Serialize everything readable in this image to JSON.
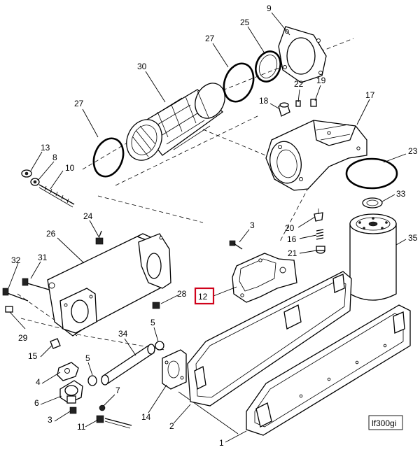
{
  "diagram": {
    "figure_id": "lf300gi",
    "highlight_color": "#d0021b",
    "callouts": [
      {
        "id": "c9",
        "label": "9"
      },
      {
        "id": "c25",
        "label": "25"
      },
      {
        "id": "c27a",
        "label": "27"
      },
      {
        "id": "c30",
        "label": "30"
      },
      {
        "id": "c27b",
        "label": "27"
      },
      {
        "id": "c22",
        "label": "22"
      },
      {
        "id": "c19",
        "label": "19"
      },
      {
        "id": "c18",
        "label": "18"
      },
      {
        "id": "c17",
        "label": "17"
      },
      {
        "id": "c13",
        "label": "13"
      },
      {
        "id": "c8",
        "label": "8"
      },
      {
        "id": "c10",
        "label": "10"
      },
      {
        "id": "c23",
        "label": "23"
      },
      {
        "id": "c33",
        "label": "33"
      },
      {
        "id": "c24",
        "label": "24"
      },
      {
        "id": "c3a",
        "label": "3"
      },
      {
        "id": "c20",
        "label": "20"
      },
      {
        "id": "c16",
        "label": "16"
      },
      {
        "id": "c35",
        "label": "35"
      },
      {
        "id": "c26",
        "label": "26"
      },
      {
        "id": "c21",
        "label": "21"
      },
      {
        "id": "c32",
        "label": "32"
      },
      {
        "id": "c31",
        "label": "31"
      },
      {
        "id": "c28",
        "label": "28"
      },
      {
        "id": "c12",
        "label": "12"
      },
      {
        "id": "c29",
        "label": "29"
      },
      {
        "id": "c5a",
        "label": "5"
      },
      {
        "id": "c34",
        "label": "34"
      },
      {
        "id": "c15",
        "label": "15"
      },
      {
        "id": "c5b",
        "label": "5"
      },
      {
        "id": "c4",
        "label": "4"
      },
      {
        "id": "c6",
        "label": "6"
      },
      {
        "id": "c7",
        "label": "7"
      },
      {
        "id": "c14",
        "label": "14"
      },
      {
        "id": "c2",
        "label": "2"
      },
      {
        "id": "c3b",
        "label": "3"
      },
      {
        "id": "c11",
        "label": "11"
      },
      {
        "id": "c1",
        "label": "1"
      }
    ]
  }
}
